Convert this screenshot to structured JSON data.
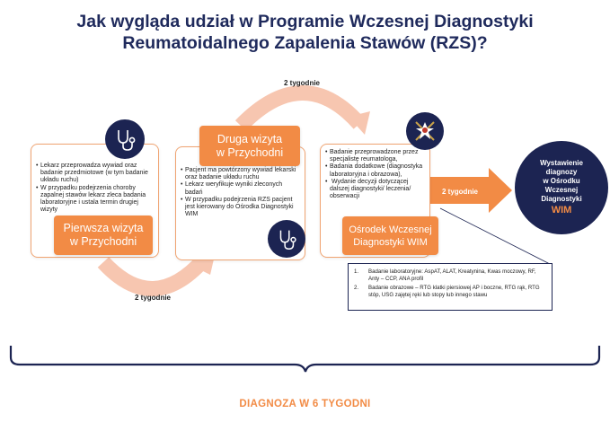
{
  "title": {
    "line1": "Jak wygląda udział w Programie Wczesnej Diagnostyki",
    "line2": "Reumatoidalnego Zapalenia Stawów (RZS)?"
  },
  "colors": {
    "navy": "#1c2452",
    "orange": "#f28b45",
    "peach": "#f7c6b0",
    "title": "#1f2a5c"
  },
  "steps": [
    {
      "label_line1": "Pierwsza wizyta",
      "label_line2": "w Przychodni",
      "icon": "stethoscope-icon",
      "bullets": [
        "Lekarz przeprowadza wywiad oraz badanie przedmiotowe (w tym badanie układu ruchu)",
        "W przypadku podejrzenia choroby zapalnej stawów lekarz zleca badania laboratoryjne i ustala termin drugiej wizyty"
      ]
    },
    {
      "label_line1": "Druga wizyta",
      "label_line2": "w Przychodni",
      "icon": "stethoscope-icon",
      "bullets": [
        "Pacjent ma powtórzony wywiad lekarski oraz badanie układu ruchu",
        "Lekarz weryfikuje wyniki zleconych badań",
        "W przypadku podejrzenia RZS pacjent jest kierowany do Ośrodka Diagnostyki WIM"
      ]
    },
    {
      "label_line1": "Ośrodek Wczesnej",
      "label_line2": "Diagnostyki WIM",
      "icon": "military-emblem-icon",
      "bullets": [
        "Badanie przeprowadzone przez specjalistę reumatologa,",
        "Badania dodatkowe (diagnostyka laboratoryjna i obrazowa),",
        " Wydanie decyzji dotyczącej dalszej diagnostyki/ leczenia/ obserwacji"
      ]
    }
  ],
  "intervals": {
    "first_to_second": "2 tygodnie",
    "second_to_center": "2 tygodnie",
    "center_to_result": "2 tygodnie"
  },
  "result": {
    "line1": "Wystawienie",
    "line2": "diagnozy",
    "line3": "w Ośrodku",
    "line4": "Wczesnej",
    "line5": "Diagnostyki",
    "highlight": "WIM"
  },
  "notes": [
    {
      "num": "1.",
      "text": "Badanie laboratoryjne: AspAT, ALAT, Kreatynina, Kwas moczowy, RF, Anty – CCP, ANA profil"
    },
    {
      "num": "2.",
      "text": "Badanie obrazowe – RTG klatki piersiowej AP i boczne, RTG rąk, RTG stóp, USG zajętej ręki lub stopy lub innego stawu"
    }
  ],
  "summary": "DIAGNOZA W 6 TYGODNI"
}
